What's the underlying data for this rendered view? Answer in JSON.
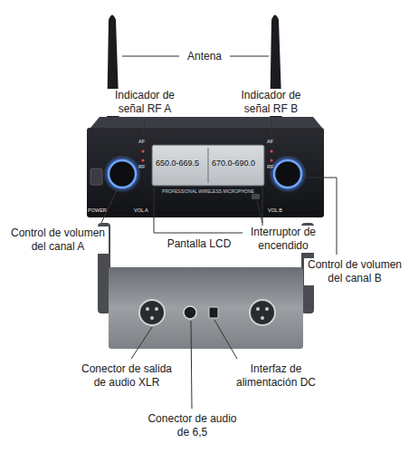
{
  "diagram": {
    "labels": [
      "Antena",
      "Indicador de señal RF A",
      "Indicador de señal RF B",
      "Control de volumen del canal A",
      "Pantalla LCD",
      "Interruptor de encendido",
      "Control de volumen del canal B",
      "Conector de salida de audio XLR",
      "Interfaz de alimentación DC",
      "Conector de audio de 6,5",
      "POWER",
      "VOL A",
      "VOL B",
      "AF",
      "RF",
      "AF",
      "RF",
      "650.0-669.5",
      "670.0-690.0",
      "PROFESSIONAL WIRELESS MICROPHONE"
    ]
  }
}
